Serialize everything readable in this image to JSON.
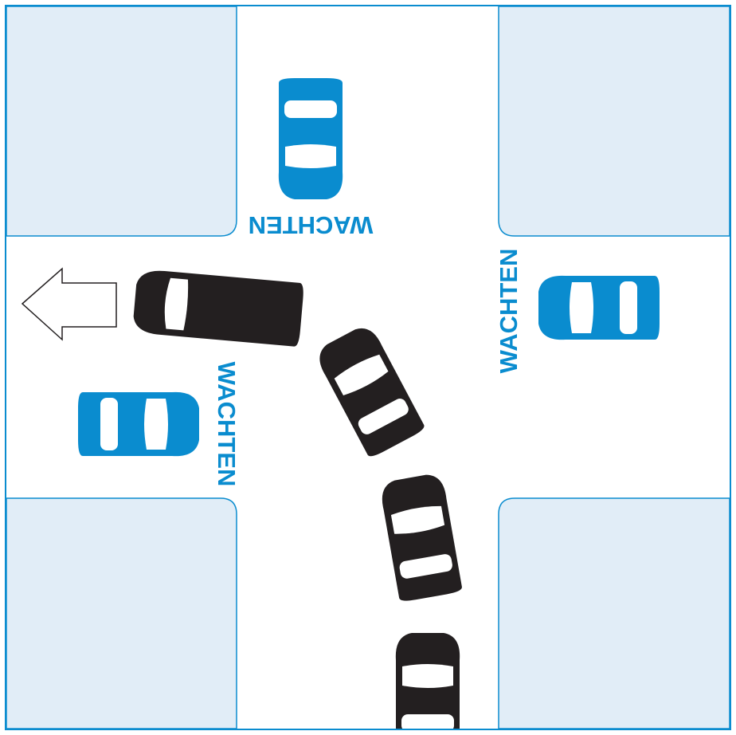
{
  "labels": {
    "top": "WACHTEN",
    "left": "WACHTEN",
    "right": "WACHTEN"
  },
  "colors": {
    "accent": "#0a8ccf",
    "sidewalk": "#e1edf7",
    "car_dark": "#231f20"
  },
  "icons": {
    "direction_arrow": "arrow-left-icon"
  }
}
